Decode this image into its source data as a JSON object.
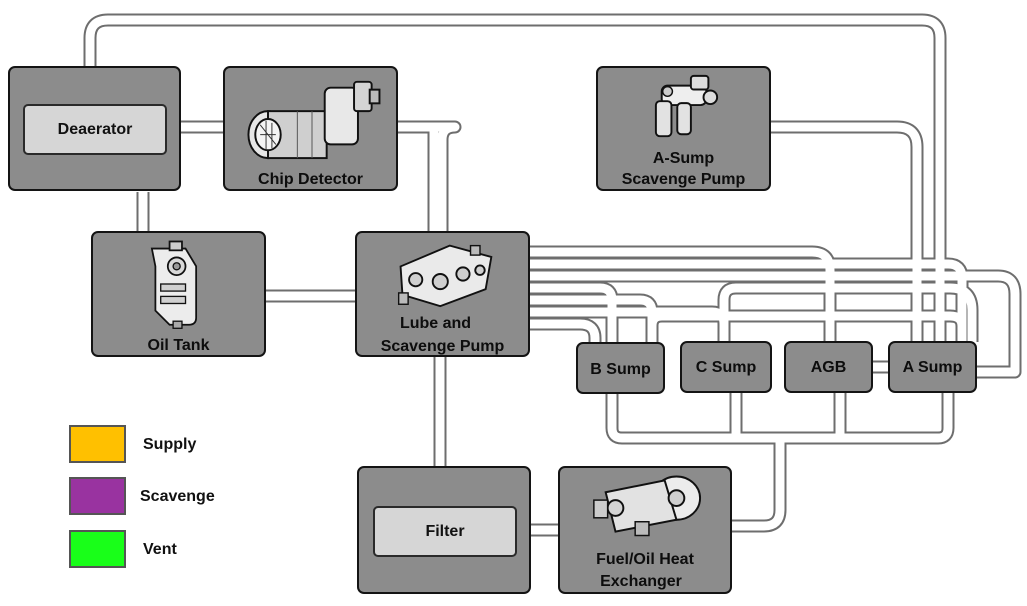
{
  "components": {
    "deaerator": "Deaerator",
    "chip_detector": "Chip Detector",
    "a_sump_scavenge_pump_line1": "A-Sump",
    "a_sump_scavenge_pump_line2": "Scavenge Pump",
    "oil_tank": "Oil Tank",
    "lube_pump_line1": "Lube and",
    "lube_pump_line2": "Scavenge Pump",
    "b_sump": "B Sump",
    "c_sump": "C Sump",
    "agb": "AGB",
    "a_sump": "A Sump",
    "filter": "Filter",
    "heat_exchanger_line1": "Fuel/Oil Heat",
    "heat_exchanger_line2": "Exchanger"
  },
  "legend": [
    {
      "label": "Supply",
      "color": "#ffc000"
    },
    {
      "label": "Scavenge",
      "color": "#9933a0"
    },
    {
      "label": "Vent",
      "color": "#19ff19"
    }
  ],
  "colors": {
    "box_fill": "#8c8c8c",
    "inner_fill": "#d6d6d6",
    "pipe": "#ffffff",
    "pipe_edge": "#6e6e6e"
  }
}
